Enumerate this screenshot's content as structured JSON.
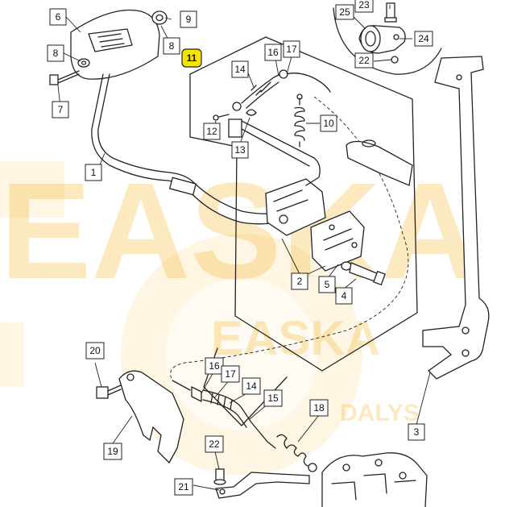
{
  "highlight_color": "#f5e400",
  "line_color": "#222222",
  "watermark": {
    "brand": "EASKA",
    "tagline": "DALYS",
    "color": "#f7b731",
    "icon": "gear-logo-icon"
  },
  "callouts": [
    {
      "id": "c1",
      "text": "1"
    },
    {
      "id": "c2",
      "text": "2"
    },
    {
      "id": "c3",
      "text": "3"
    },
    {
      "id": "c4",
      "text": "4"
    },
    {
      "id": "c5",
      "text": "5"
    },
    {
      "id": "c6",
      "text": "6"
    },
    {
      "id": "c7",
      "text": "7"
    },
    {
      "id": "c8a",
      "text": "8"
    },
    {
      "id": "c8b",
      "text": "8"
    },
    {
      "id": "c9",
      "text": "9"
    },
    {
      "id": "c10",
      "text": "10"
    },
    {
      "id": "c11",
      "text": "11",
      "highlight": true
    },
    {
      "id": "c12",
      "text": "12"
    },
    {
      "id": "c13",
      "text": "13"
    },
    {
      "id": "c14a",
      "text": "14"
    },
    {
      "id": "c14b",
      "text": "14"
    },
    {
      "id": "c15",
      "text": "15"
    },
    {
      "id": "c16a",
      "text": "16"
    },
    {
      "id": "c16b",
      "text": "16"
    },
    {
      "id": "c17a",
      "text": "17"
    },
    {
      "id": "c17b",
      "text": "17"
    },
    {
      "id": "c18",
      "text": "18"
    },
    {
      "id": "c19",
      "text": "19"
    },
    {
      "id": "c20",
      "text": "20"
    },
    {
      "id": "c21",
      "text": "21"
    },
    {
      "id": "c22a",
      "text": "22"
    },
    {
      "id": "c22b",
      "text": "22"
    },
    {
      "id": "c23",
      "text": "23"
    },
    {
      "id": "c24",
      "text": "24"
    },
    {
      "id": "c25",
      "text": "25"
    }
  ]
}
